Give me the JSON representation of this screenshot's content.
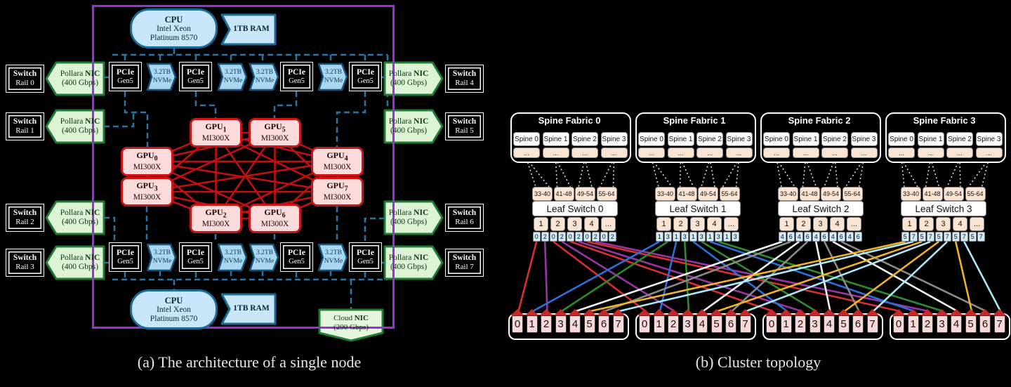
{
  "figure": {
    "caption_a": "(a) The architecture of a single node",
    "caption_b": "(b) Cluster topology"
  },
  "node_diagram": {
    "cpu": {
      "title": "CPU",
      "line2": "Intel Xeon",
      "line3": "Platinum 8570"
    },
    "ram_label": "1TB RAM",
    "pcie": {
      "line1": "PCIe",
      "line2": "Gen5"
    },
    "nvme": {
      "line1": "3.2TB",
      "line2": "NVMe"
    },
    "pollara_nic": {
      "word1": "Pollara ",
      "word2": "NIC",
      "line2": "(400 Gbps)"
    },
    "cloud_nic": {
      "word1": "Cloud ",
      "word2": "NIC",
      "line2": "(200 Gbps)"
    },
    "switch_word": "Switch",
    "rails": [
      "Rail 0",
      "Rail 1",
      "Rail 2",
      "Rail 3",
      "Rail 4",
      "Rail 5",
      "Rail 6",
      "Rail 7"
    ],
    "gpu_prefix": "GPU",
    "gpu_chip": "MI300X",
    "gpu_subs": [
      "1",
      "5",
      "0",
      "4",
      "3",
      "7",
      "2",
      "6"
    ]
  },
  "cluster_diagram": {
    "fabrics": [
      "Spine Fabric 0",
      "Spine Fabric 1",
      "Spine Fabric 2",
      "Spine Fabric 3"
    ],
    "spines": [
      "Spine 0",
      "Spine 1",
      "Spine 2",
      "Spine 3"
    ],
    "ellipsis": "...",
    "leaves": [
      {
        "name": "Leaf Switch 0",
        "ranges": [
          "33-40",
          "41-48",
          "49-54",
          "55-64"
        ],
        "ports": [
          "1",
          "2",
          "3",
          "4",
          "..."
        ],
        "node_links": [
          "0",
          "2",
          "0",
          "2",
          "0",
          "2",
          "0",
          "2",
          "0",
          "2"
        ]
      },
      {
        "name": "Leaf Switch 1",
        "ranges": [
          "33-40",
          "41-48",
          "49-54",
          "55-64"
        ],
        "ports": [
          "1",
          "2",
          "3",
          "4",
          "..."
        ],
        "node_links": [
          "1",
          "3",
          "1",
          "3",
          "1",
          "3",
          "1",
          "3",
          "1",
          "3"
        ]
      },
      {
        "name": "Leaf Switch 2",
        "ranges": [
          "33-40",
          "41-48",
          "49-54",
          "55-64"
        ],
        "ports": [
          "1",
          "2",
          "3",
          "4",
          "..."
        ],
        "node_links": [
          "4",
          "6",
          "4",
          "6",
          "4",
          "6",
          "4",
          "6",
          "4",
          "6"
        ]
      },
      {
        "name": "Leaf Switch 3",
        "ranges": [
          "33-40",
          "41-48",
          "49-54",
          "55-64"
        ],
        "ports": [
          "1",
          "2",
          "3",
          "4",
          "..."
        ],
        "node_links": [
          "5",
          "7",
          "5",
          "7",
          "5",
          "7",
          "5",
          "7",
          "5",
          "7"
        ]
      }
    ],
    "node_gpu_labels": [
      "0",
      "1",
      "2",
      "3",
      "4",
      "5",
      "6",
      "7"
    ],
    "node_count": 4,
    "link_colors": [
      [
        "#d83030",
        "#9a35a8"
      ],
      [
        "#2e6fd8",
        "#2e8b2e"
      ],
      [
        "#f2f2f2",
        "#8a8a8a"
      ],
      [
        "#f0b429",
        "#a8e8f8"
      ]
    ]
  },
  "colors": {
    "node_frame": "#9a30d8",
    "dashed_link": "#2a74a8",
    "gpu_mesh": "#c01010",
    "nic_green": "#ddf3d6",
    "nic_green_border": "#1e7d32",
    "component_blue": "#c8e6f8",
    "nvme_blue": "#a9d6f0",
    "gpu_pink": "#fbdbdb",
    "cluster_peach": "#fce4d2",
    "cluster_port_blue": "#cfeaf8",
    "cluster_node_pink": "#f8d8d8"
  }
}
